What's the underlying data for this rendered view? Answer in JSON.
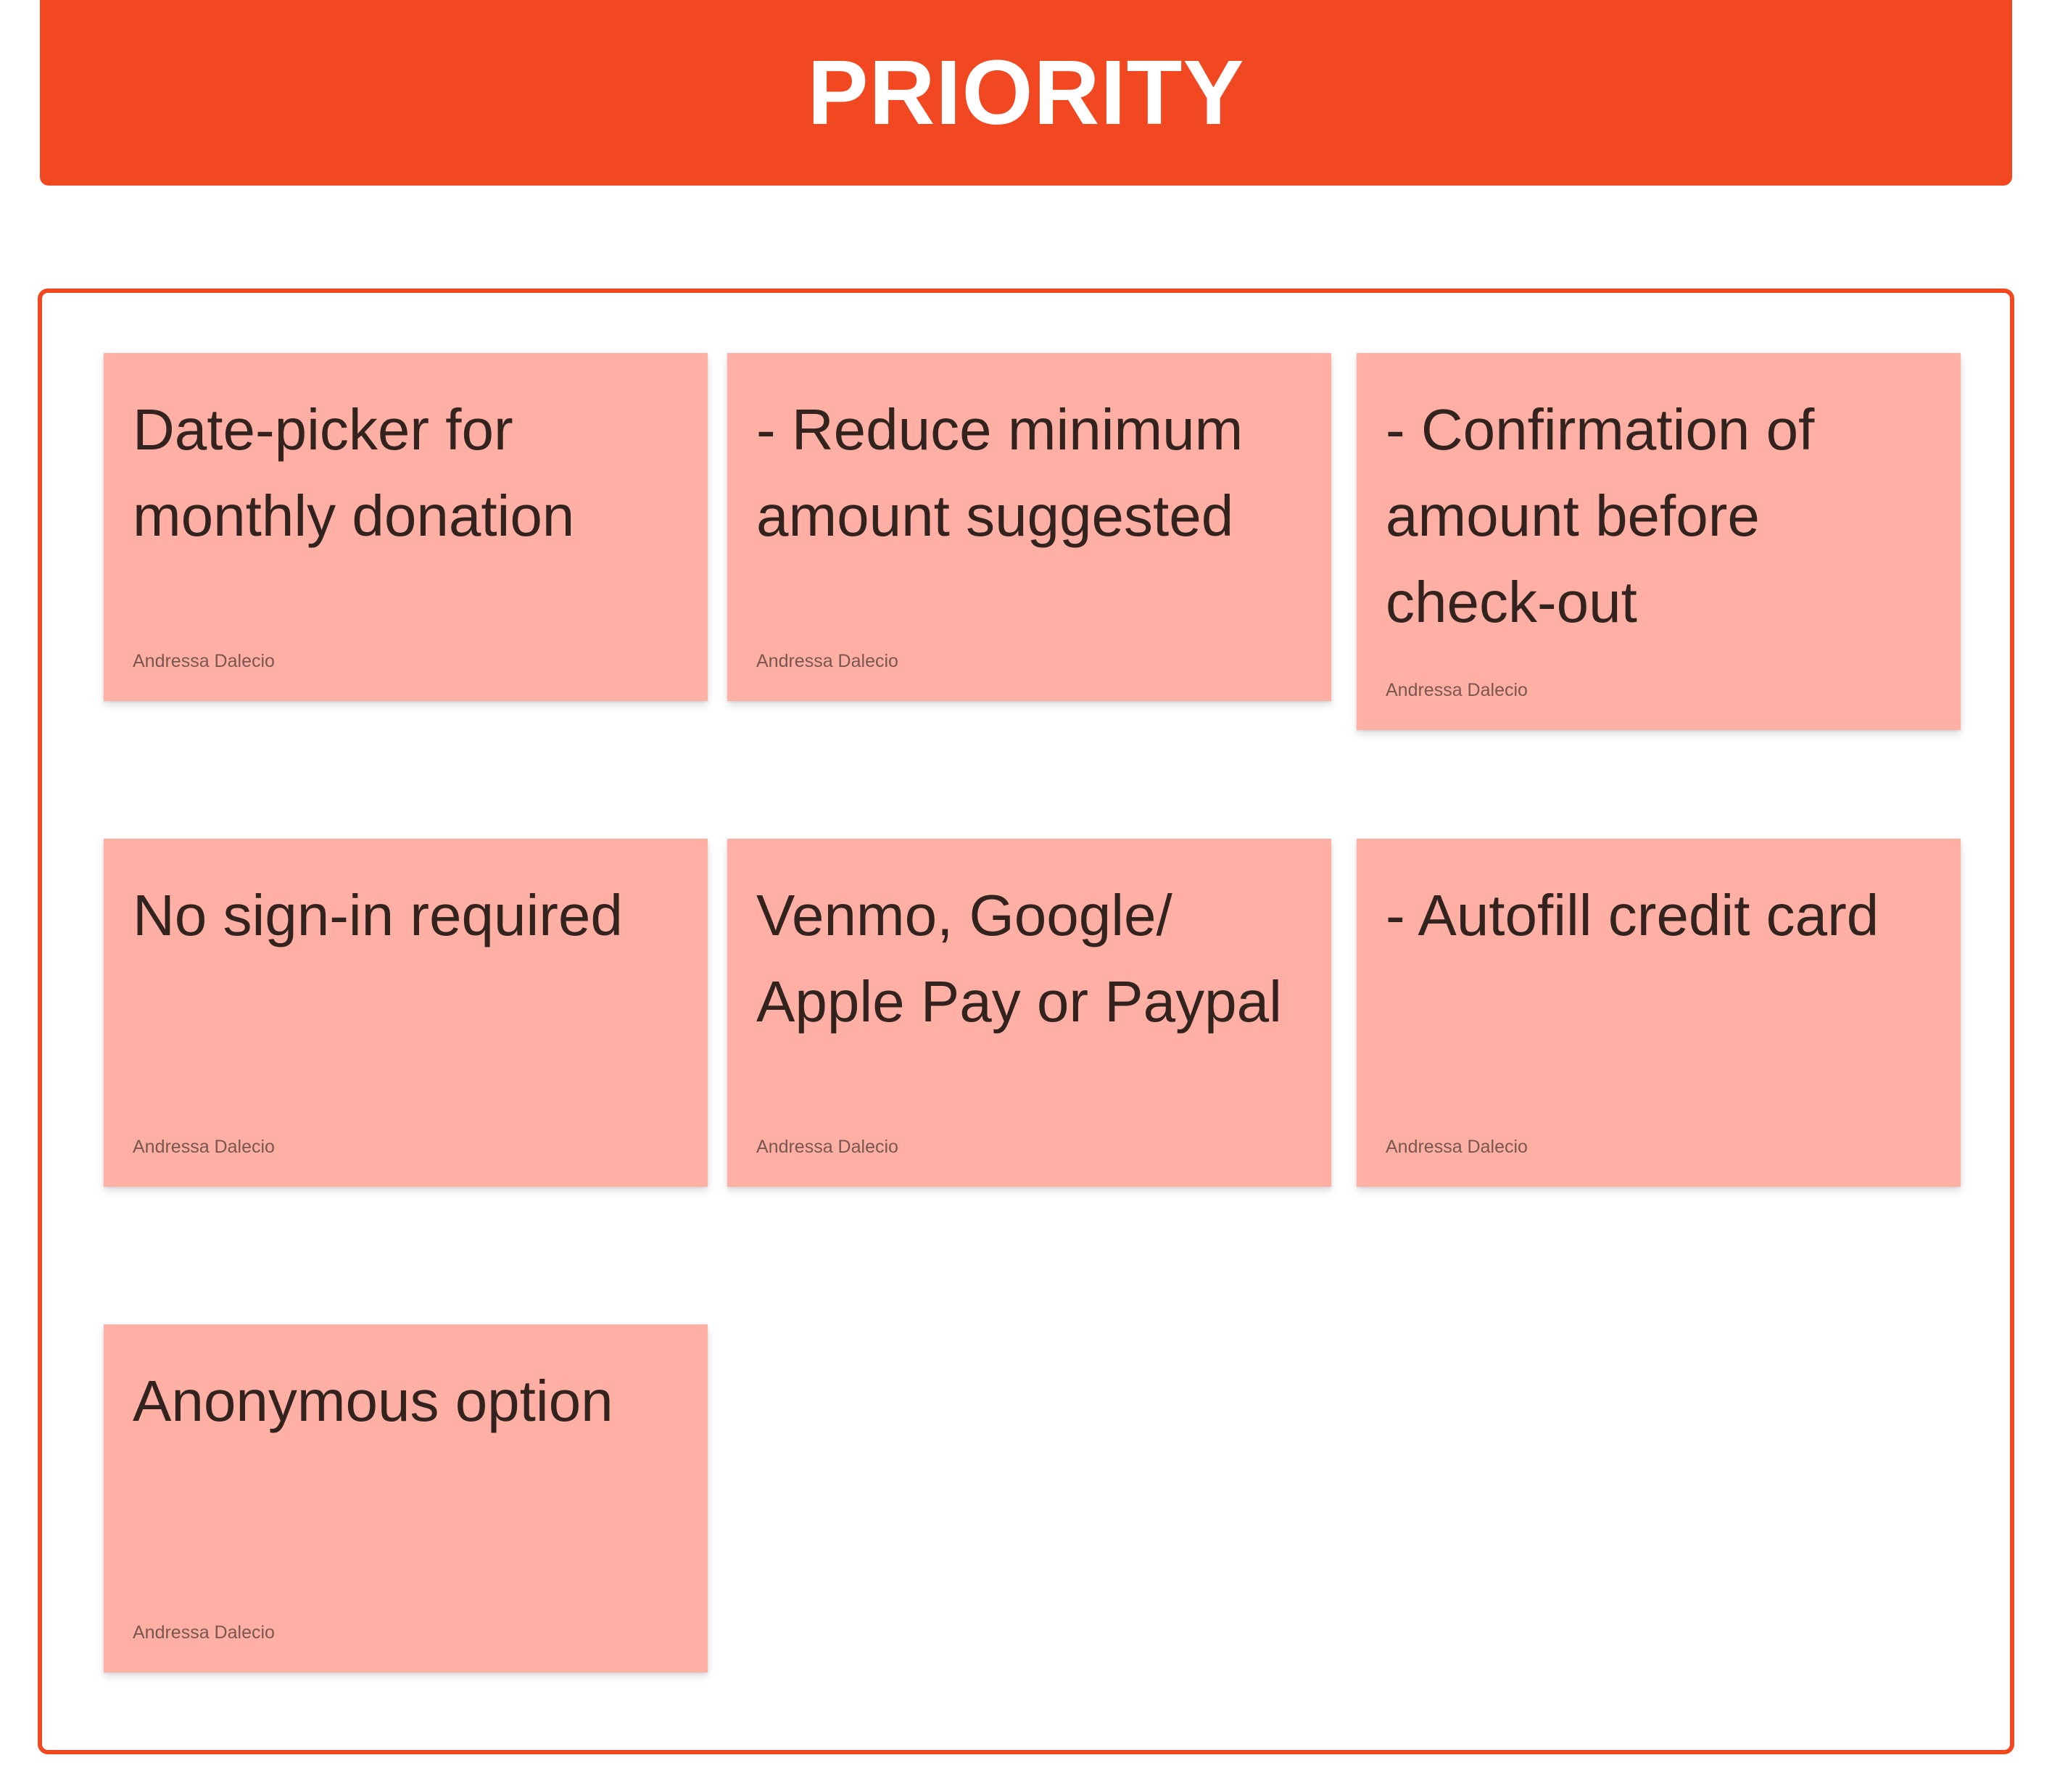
{
  "header": {
    "title": "PRIORITY"
  },
  "colors": {
    "accent": "#f24822",
    "sticky": "#ffafa3",
    "text": "#33231f"
  },
  "stickies": [
    {
      "text": "Date-picker for monthly donation",
      "author": "Andressa Dalecio"
    },
    {
      "text": "- Reduce minimum amount suggested",
      "author": "Andressa Dalecio"
    },
    {
      "text": "- Confirmation of amount before check-out",
      "author": "Andressa Dalecio"
    },
    {
      "text": "No sign-in required",
      "author": "Andressa Dalecio"
    },
    {
      "text": "Venmo, Google/ Apple Pay or Paypal",
      "author": "Andressa Dalecio"
    },
    {
      "text": "- Autofill credit card",
      "author": "Andressa Dalecio"
    },
    {
      "text": "Anonymous option",
      "author": "Andressa Dalecio"
    }
  ]
}
